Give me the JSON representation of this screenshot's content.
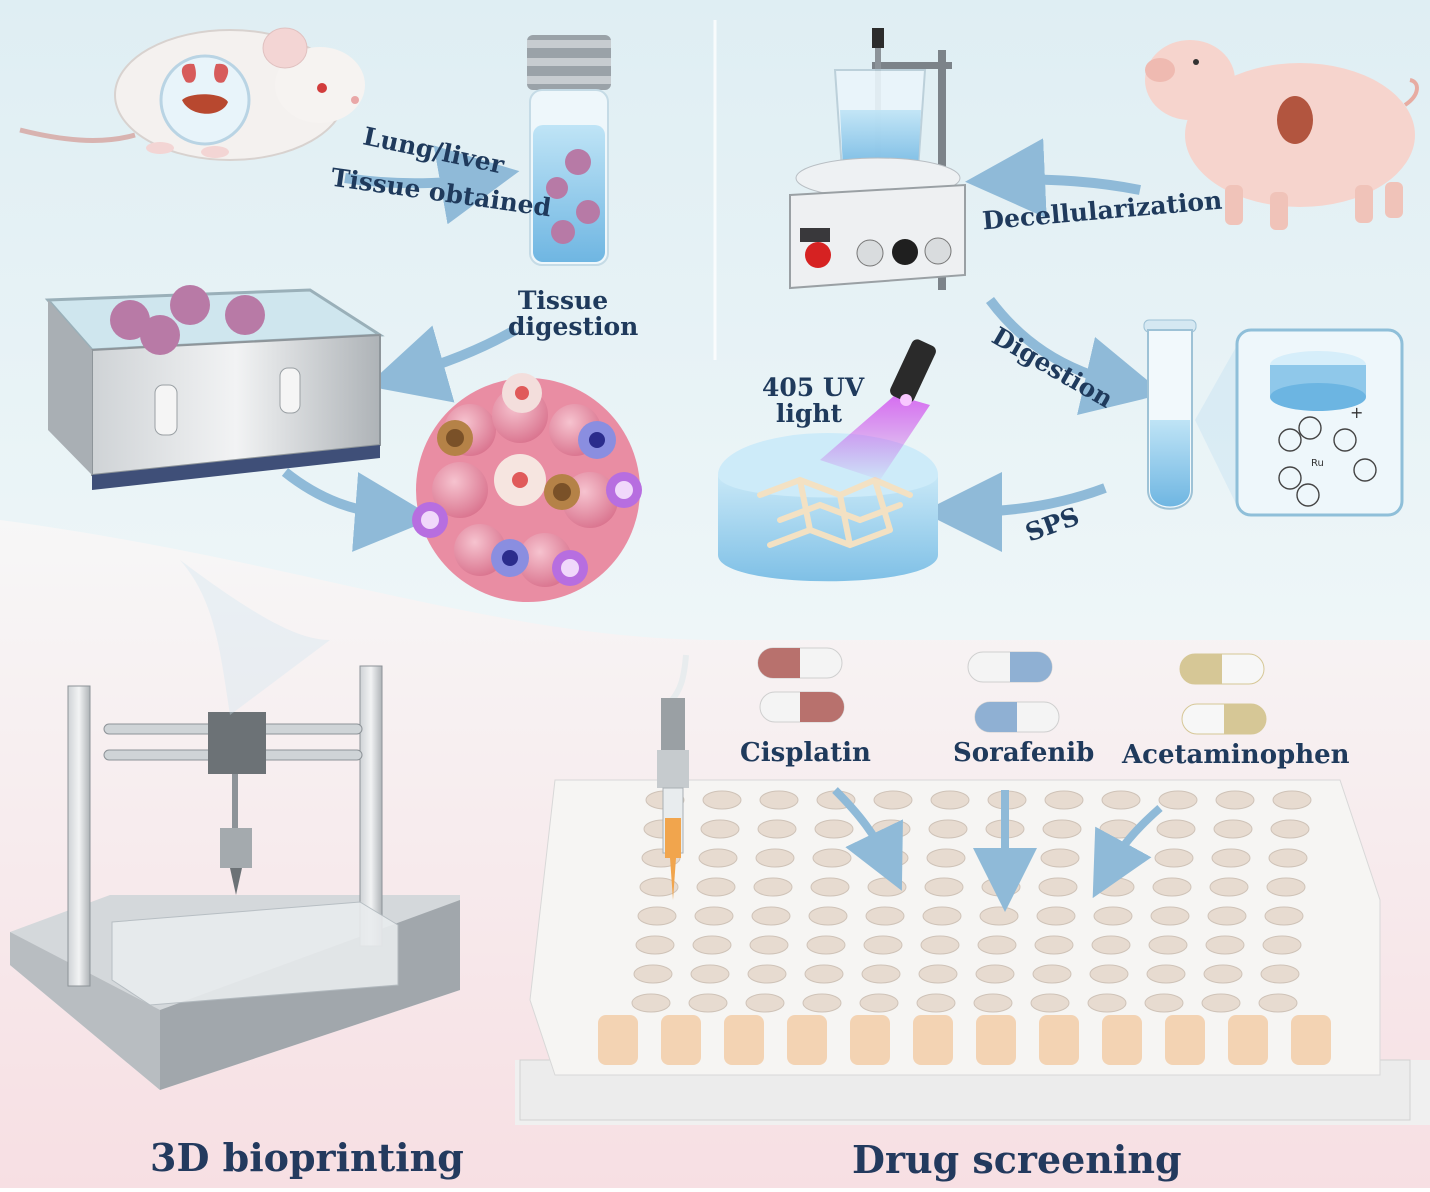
{
  "labels": {
    "lung_liver": "Lung/liver",
    "tissue_obtained": "Tissue obtained",
    "tissue_digestion_line1": "Tissue",
    "tissue_digestion_line2": "digestion",
    "decellularization": "Decellularization",
    "digestion": "Digestion",
    "uv_line1": "405 UV",
    "uv_line2": "light",
    "sps": "SPS",
    "cisplatin": "Cisplatin",
    "sorafenib": "Sorafenib",
    "acetaminophen": "Acetaminophen",
    "bioprinting": "3D bioprinting",
    "drug_screening": "Drug screening"
  },
  "colors": {
    "top_background": "#e6f2f5",
    "bottom_background": "#f9e4e6",
    "text": "#1f3a5c",
    "arrow": "#8fbad8",
    "hydrogel": "#9fd2ee",
    "organoid": "#e98da3",
    "uv": "#c23be0",
    "cisplatin_capsule": "#b8716d",
    "sorafenib_capsule": "#8fb0d3",
    "acetaminophen_capsule": "#d6c796",
    "well_fill": "#f1c79e"
  },
  "icons": [
    "mouse-icon",
    "vial-icon",
    "shaker-icon",
    "organoid-icon",
    "stirrer-icon",
    "pig-icon",
    "uv-light-icon",
    "hydrogel-icon",
    "test-tube-icon",
    "ruthenium-complex-icon",
    "capsule-icon",
    "bioprinter-icon",
    "well-plate-icon",
    "nozzle-icon"
  ]
}
